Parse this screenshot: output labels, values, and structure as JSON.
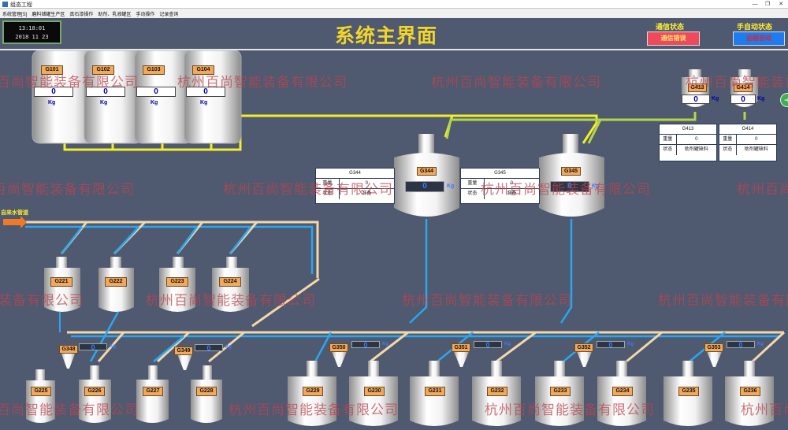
{
  "window": {
    "title": "组态工程",
    "minimize": "—",
    "restore": "❐",
    "close": "✕"
  },
  "menu": [
    "系统管理[S]",
    "磨料储罐生产区",
    "真石漆操作",
    "助剂、乳液罐区",
    "手动操作",
    "记录查询"
  ],
  "clock": {
    "time": "13:18:01",
    "date": "2018   11   23"
  },
  "page_title": "系统主界面",
  "comm": {
    "label": "通信状态",
    "value": "通信错误"
  },
  "mode": {
    "label": "手自动状态",
    "value": "远程自动"
  },
  "kg": "Kg",
  "storage_silos": [
    {
      "tag": "G101",
      "value": "0"
    },
    {
      "tag": "G102",
      "value": "0"
    },
    {
      "tag": "G103",
      "value": "0"
    },
    {
      "tag": "G104",
      "value": "0"
    }
  ],
  "additive_tanks": [
    {
      "tag": "G413",
      "value": "0"
    },
    {
      "tag": "G414",
      "value": "0"
    }
  ],
  "additive_info": [
    {
      "tag": "G413",
      "weight_label": "重量",
      "weight": "0",
      "state_label": "状态",
      "state": "助剂罐缺料"
    },
    {
      "tag": "G414",
      "weight_label": "重量",
      "weight": "0",
      "state_label": "状态",
      "state": "助剂罐缺料"
    }
  ],
  "mixers": [
    {
      "tag": "G344",
      "value": "0",
      "info_tag": "G344",
      "weight_label": "重量",
      "weight": "0",
      "state_label": "状态",
      "state": "准备"
    },
    {
      "tag": "G345",
      "value": "0",
      "info_tag": "G345",
      "weight_label": "重量",
      "weight": "0",
      "state_label": "状态",
      "state": "准备"
    }
  ],
  "water_pipe_label": "自来水管道",
  "mid_tanks": [
    "G221",
    "G222",
    "G223",
    "G224"
  ],
  "hoppers": [
    {
      "tag": "G348",
      "value": "0"
    },
    {
      "tag": "G349",
      "value": "0"
    },
    {
      "tag": "G350",
      "value": "0"
    },
    {
      "tag": "G351",
      "value": "0"
    },
    {
      "tag": "G352",
      "value": "0"
    },
    {
      "tag": "G353",
      "value": "0"
    }
  ],
  "bottom_tanks": [
    "G225",
    "G226",
    "G227",
    "G228",
    "G229",
    "G230",
    "G231",
    "G232",
    "G233",
    "G234",
    "G235",
    "G236"
  ],
  "watermark_text": "杭州百尚智能装备有限公司",
  "colors": {
    "background": "#4f596f",
    "pipe_yellow": "#f2ee2a",
    "pipe_green": "#b6d64a",
    "pipe_blue": "#2aa7f0",
    "pipe_cream": "#f3d7a8",
    "tag": "#f3a95c",
    "title": "#f3d52a"
  }
}
